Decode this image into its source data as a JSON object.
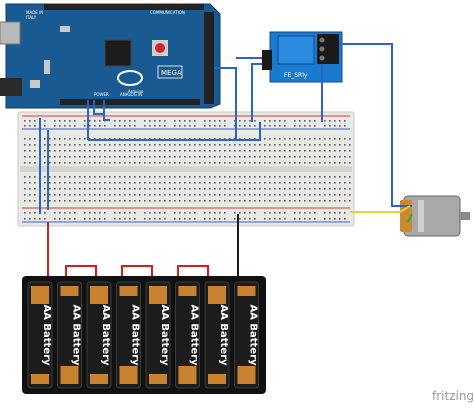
{
  "arduino": {
    "silk_top": "MADE IN",
    "silk_top2": "ITALY",
    "brand": "Arduino",
    "model": "MEGA",
    "power_label": "POWER",
    "analog_label": "ANALOG IN",
    "comm_label": "COMMUNICATION"
  },
  "relay": {
    "label": "FE_SRly"
  },
  "batteries": [
    {
      "label": "AA Battery"
    },
    {
      "label": "AA Battery"
    },
    {
      "label": "AA Battery"
    },
    {
      "label": "AA Battery"
    },
    {
      "label": "AA Battery"
    },
    {
      "label": "AA Battery"
    },
    {
      "label": "AA Battery"
    },
    {
      "label": "AA Battery"
    }
  ],
  "watermark": "fritzing",
  "colors": {
    "board": "#1a5a92",
    "wire_blue": "#2d62c8",
    "wire_red": "#d21f1f",
    "wire_black": "#1a1a1a",
    "wire_yellow": "#e8cf38",
    "wire_green": "#3aa043",
    "breadboard": "#e9e9e6",
    "relay": "#1a7ad0",
    "battery_body": "#1c1c1c",
    "battery_cap": "#c9822f"
  }
}
